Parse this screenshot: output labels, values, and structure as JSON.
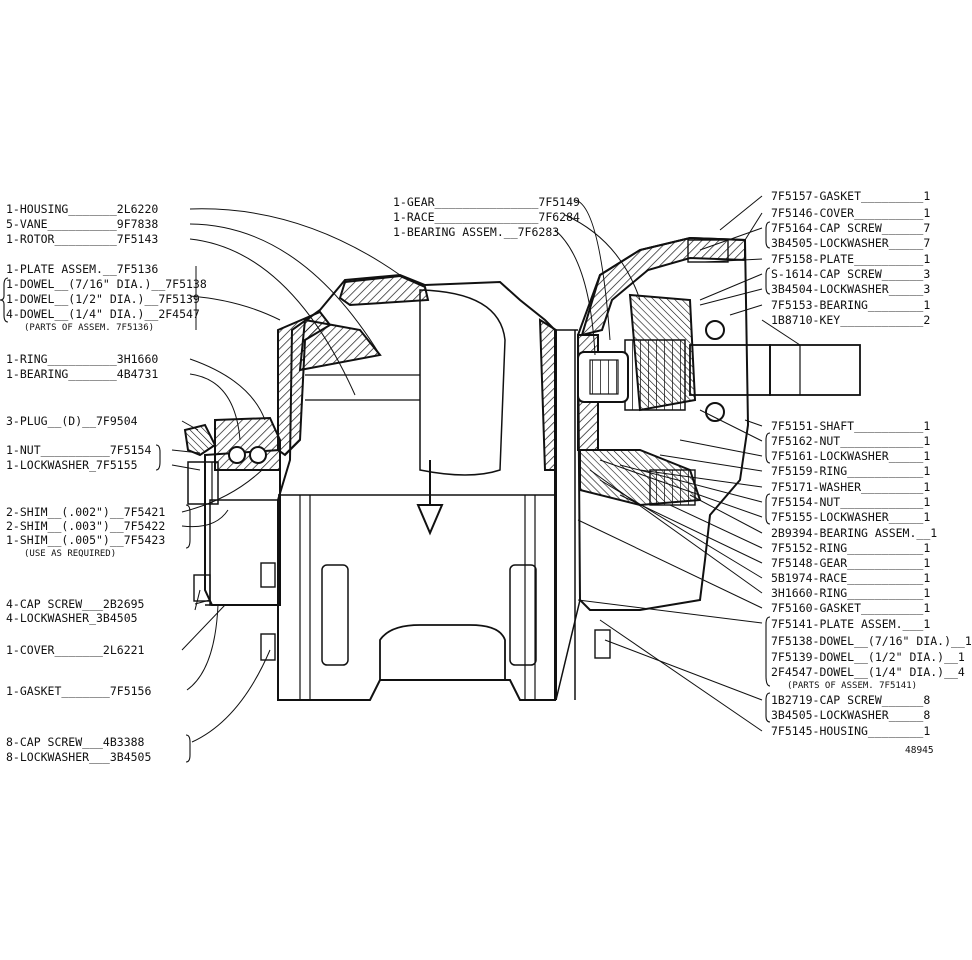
{
  "drawing_number": "48945",
  "flow_arrow": "arrow-down",
  "left_callouts": [
    "1-HOUSING_______2L6220",
    "5-VANE__________9F7838",
    "1-ROTOR_________7F5143",
    "1-PLATE ASSEM.__7F5136",
    "1-DOWEL__(7/16\" DIA.)__7F5138",
    "1-DOWEL__(1/2\" DIA.)__7F5139",
    "4-DOWEL__(1/4\" DIA.)__2F4547",
    "(PARTS OF ASSEM. 7F5136)",
    "1-RING__________3H1660",
    "1-BEARING_______4B4731",
    "3-PLUG__(D)__7F9504",
    "1-NUT__________7F5154",
    "1-LOCKWASHER_7F5155",
    "2-SHIM__(.002\")__7F5421",
    "2-SHIM__(.003\")__7F5422",
    "1-SHIM__(.005\")__7F5423",
    "(USE AS REQUIRED)",
    "4-CAP SCREW___2B2695",
    "4-LOCKWASHER_3B4505",
    "1-COVER_______2L6221",
    "1-GASKET_______7F5156",
    "8-CAP SCREW___4B3388",
    "8-LOCKWASHER___3B4505"
  ],
  "top_callouts": [
    "1-GEAR_______________7F5149",
    "1-RACE_______________7F6284",
    "1-BEARING ASSEM.__7F6283"
  ],
  "right_callouts": [
    "7F5157-GASKET_________1",
    "7F5146-COVER__________1",
    "7F5164-CAP SCREW______7",
    "3B4505-LOCKWASHER_____7",
    "7F5158-PLATE__________1",
    "S-1614-CAP SCREW______3",
    "3B4504-LOCKWASHER_____3",
    "7F5153-BEARING________1",
    "1B8710-KEY____________2",
    "7F5151-SHAFT__________1",
    "7F5162-NUT____________1",
    "7F5161-LOCKWASHER_____1",
    "7F5159-RING___________1",
    "7F5171-WASHER_________1",
    "7F5154-NUT____________1",
    "7F5155-LOCKWASHER_____1",
    "2B9394-BEARING ASSEM.__1",
    "7F5152-RING___________1",
    "7F5148-GEAR___________1",
    "5B1974-RACE___________1",
    "3H1660-RING___________1",
    "7F5160-GASKET_________1",
    "7F5141-PLATE ASSEM.___1",
    "7F5138-DOWEL__(7/16\" DIA.)__1",
    "7F5139-DOWEL__(1/2\" DIA.)__1",
    "2F4547-DOWEL__(1/4\" DIA.)__4",
    "(PARTS OF ASSEM. 7F5141)",
    "1B2719-CAP SCREW______8",
    "3B4505-LOCKWASHER_____8",
    "7F5145-HOUSING________1"
  ]
}
